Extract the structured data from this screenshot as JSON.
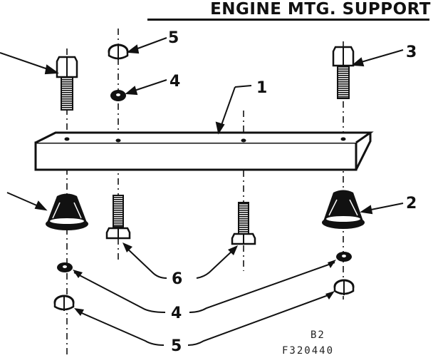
{
  "title": "ENGINE MTG. SUPPORT",
  "callouts": {
    "support_bracket": "1",
    "mount_right": "2",
    "bolt_top_right": "3",
    "lockwasher_top": "4",
    "nut_top": "5",
    "stud_bolts": "6",
    "lockwashers_bottom": "4",
    "nuts_bottom": "5"
  },
  "catalog": {
    "line1": "B2",
    "line2": "F320440"
  }
}
